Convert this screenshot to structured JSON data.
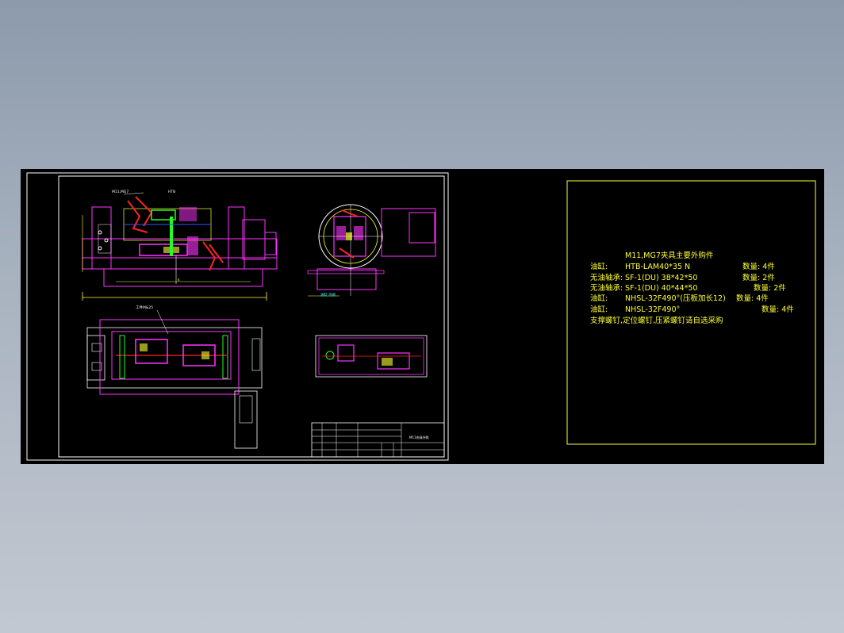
{
  "parts_list": {
    "title": "M11,MG7夹具主要外购件",
    "rows": [
      {
        "name": "油缸:",
        "spec": "HTB-LAM40*35  N",
        "qty": "数量: 4件"
      },
      {
        "name": "无油轴承:",
        "spec": "SF-1(DU) 38*42*50",
        "qty": "数量: 2件"
      },
      {
        "name": "无油轴承:",
        "spec": "SF-1(DU) 40*44*50",
        "qty": "数量: 2件"
      },
      {
        "name": "油缸:",
        "spec": "NHSL-32F490°(压板加长12)",
        "qty": "数量: 4件"
      },
      {
        "name": "油缸:",
        "spec": "NHSL-32F490°",
        "qty": "数量: 4件"
      }
    ],
    "note": "支撑螺钉,定位螺钉,压紧螺钉请自选采购"
  },
  "drawing": {
    "title_block_name": "M11夹具外购",
    "callout_top_left": "M11,MG7",
    "callout_top_mid": "HTB",
    "callout_plan": "工件M&25",
    "callout_dim": "k",
    "callout_side": "油缸 压板"
  },
  "colors": {
    "background": "#000000",
    "frame": "#ffffff",
    "parts_frame": "#ffff33",
    "magenta": "#ff33ff",
    "red": "#ff2222",
    "yellow": "#ffff33",
    "green": "#22ff22",
    "cyan": "#33ffff",
    "blue": "#3355ff"
  }
}
